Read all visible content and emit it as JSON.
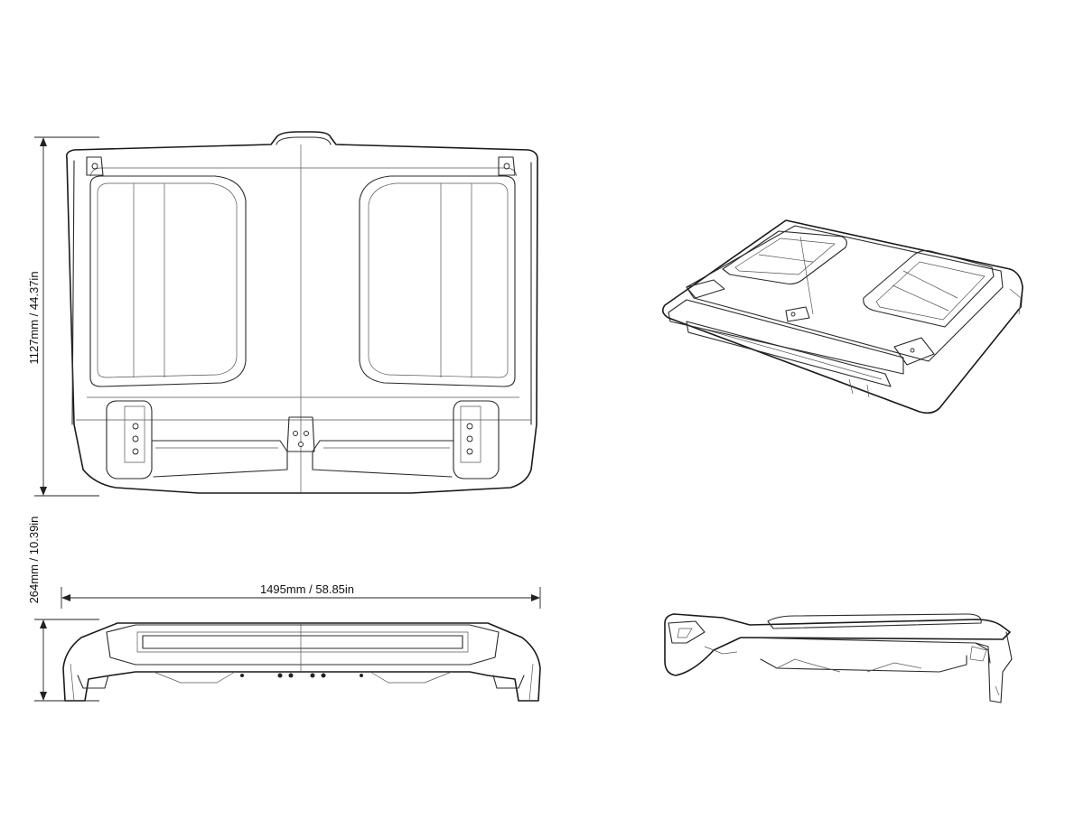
{
  "dimensions": {
    "height_main": "1127mm / 44.37in",
    "height_profile": "264mm / 10.39in",
    "width": "1495mm / 58.85in"
  }
}
